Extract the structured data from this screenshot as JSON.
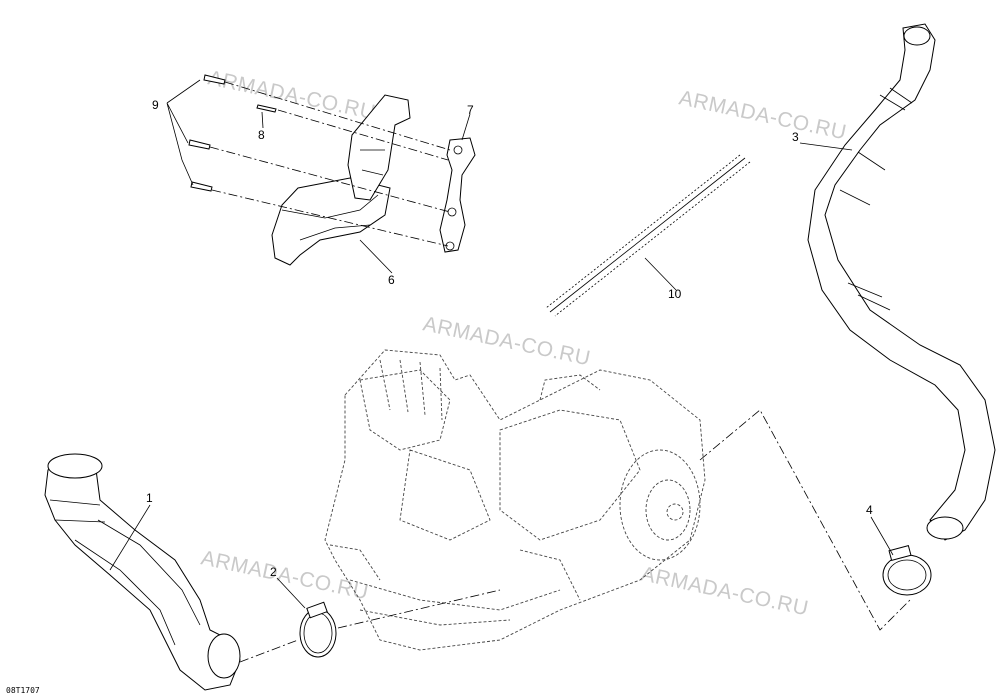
{
  "diagram": {
    "drawing_code": "08T1707",
    "watermark": "ARMADA-CO.RU",
    "callouts": {
      "c1": "1",
      "c2": "2",
      "c3": "3",
      "c4": "4",
      "c6": "6",
      "c7": "7",
      "c8": "8",
      "c9": "9",
      "c10": "10"
    }
  }
}
